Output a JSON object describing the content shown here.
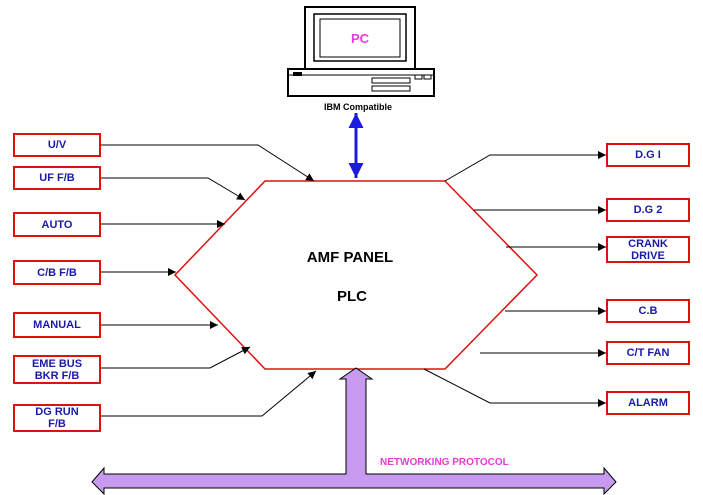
{
  "pc": {
    "screen_label": "PC",
    "caption": "IBM Compatible"
  },
  "center": {
    "line1": "AMF PANEL",
    "line2": "PLC"
  },
  "inputs": [
    "U/V",
    "UF F/B",
    "AUTO",
    "C/B F/B",
    "MANUAL",
    "EME BUS\nBKR F/B",
    "DG RUN\nF/B"
  ],
  "outputs": [
    "D.G I",
    "D.G 2",
    "CRANK\nDRIVE",
    "C.B",
    "C/T FAN",
    "ALARM"
  ],
  "network": {
    "label": "NETWORKING PROTOCOL"
  },
  "colors": {
    "box_border": "#e01010",
    "box_text": "#1a1aa8",
    "hexagon": "#e01010",
    "network_fill": "#c79af0",
    "network_label": "#e83ad6",
    "pc_label": "#e83ad6",
    "pc_link": "#1a1ae0"
  }
}
